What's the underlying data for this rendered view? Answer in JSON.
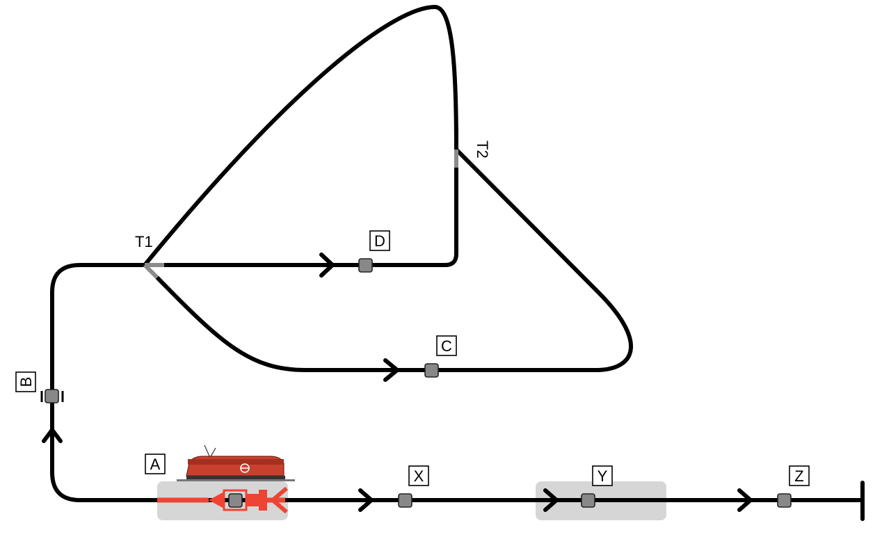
{
  "colors": {
    "track": "#000000",
    "sensor": "#888888",
    "highlight": "#d6d6d6",
    "train_route": "#ee4433",
    "turnout_branch": "#8a8a8a"
  },
  "blocks": [
    {
      "id": "A",
      "label": "A"
    },
    {
      "id": "B",
      "label": "B"
    },
    {
      "id": "C",
      "label": "C"
    },
    {
      "id": "D",
      "label": "D"
    },
    {
      "id": "X",
      "label": "X"
    },
    {
      "id": "Y",
      "label": "Y"
    },
    {
      "id": "Z",
      "label": "Z"
    }
  ],
  "turnouts": [
    {
      "id": "T1",
      "label": "T1"
    },
    {
      "id": "T2",
      "label": "T2"
    }
  ],
  "train": {
    "icon": "locomotive-icon",
    "block": "A",
    "state": "occupied"
  },
  "reserved_blocks": [
    "A",
    "Y"
  ]
}
